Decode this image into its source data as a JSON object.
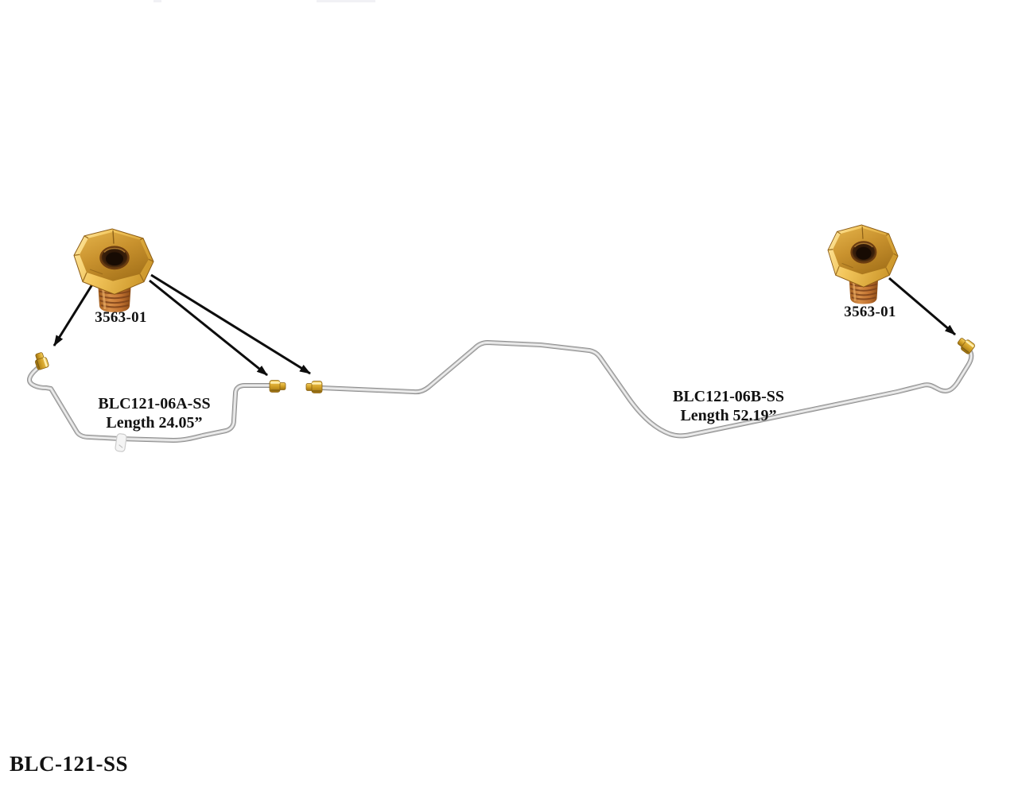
{
  "product": {
    "part_number": "BLC-121-SS"
  },
  "fittings": {
    "left": {
      "label": "3563-01"
    },
    "right": {
      "label": "3563-01"
    }
  },
  "lines": {
    "a": {
      "part": "BLC121-06A-SS",
      "length": "Length 24.05”"
    },
    "b": {
      "part": "BLC121-06B-SS",
      "length": "Length 52.19”"
    }
  },
  "colors": {
    "background": "#ffffff",
    "text": "#121212",
    "arrow": "#0d0d0d",
    "brass_highlight": "#ffe59a",
    "brass_mid": "#d7a43c",
    "brass_dark": "#a06a14",
    "copper_shank": "#bd7330",
    "steel_line": "#b5b5b5",
    "steel_highlight": "#efefef"
  }
}
